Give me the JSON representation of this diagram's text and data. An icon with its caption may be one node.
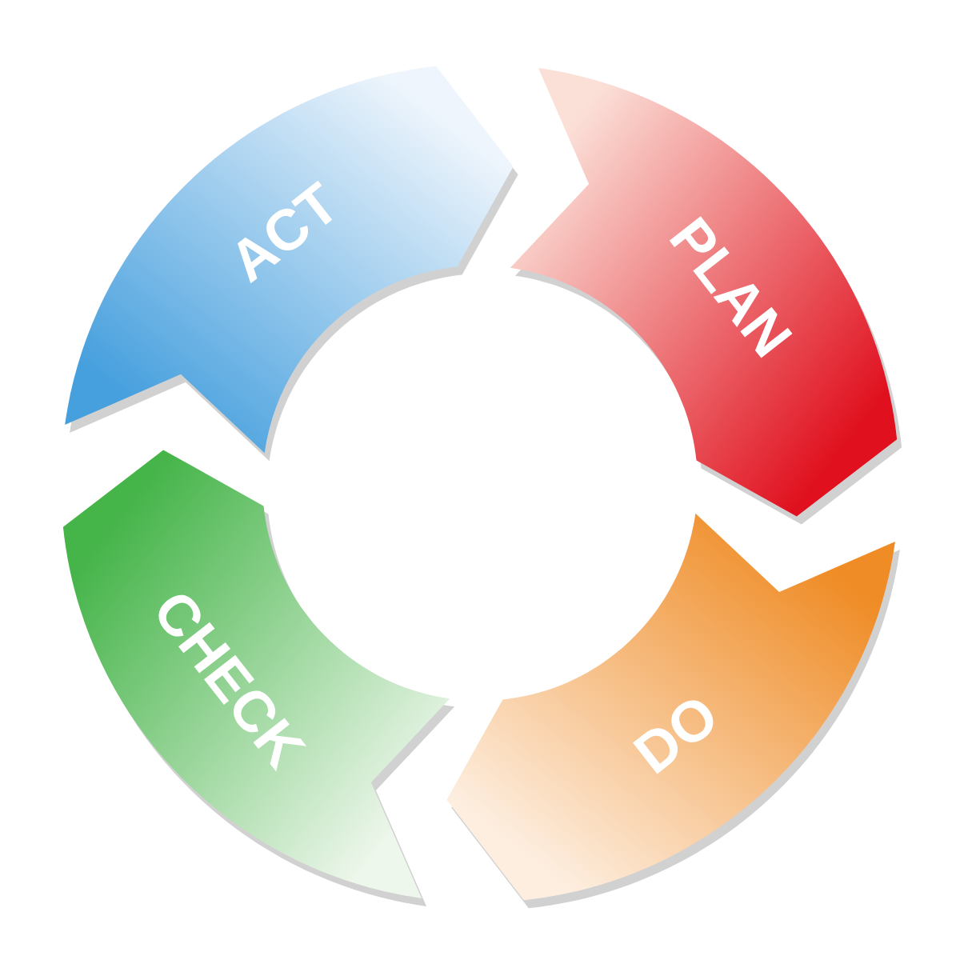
{
  "diagram": {
    "nodes": [
      {
        "text": [
          "ACT"
        ]
      },
      {
        "text": [
          "PLAN"
        ]
      },
      {
        "text": [
          "CHECK"
        ]
      },
      {
        "text": [
          "DO"
        ]
      }
    ]
  }
}
